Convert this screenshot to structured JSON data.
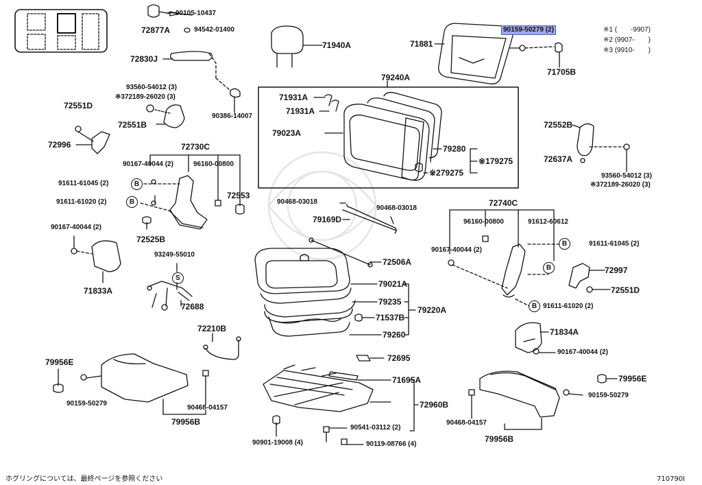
{
  "labels": {
    "l_90105_10437": "90105-10437",
    "l_72877A": "72877A",
    "l_94542_01400": "94542-01400",
    "l_72830J": "72830J",
    "l_71940A": "71940A",
    "l_93560_54012_3": "93560-54012 (3)",
    "l_372189_26020_3": "※372189-26020 (3)",
    "l_90386_14007": "90386-14007",
    "l_72551D_a": "72551D",
    "l_72551B": "72551B",
    "l_72996": "72996",
    "l_72730C": "72730C",
    "l_90167_40044_2_a": "90167-40044 (2)",
    "l_96160_00800_a": "96160-00800",
    "l_91611_61045_2_a": "91611-61045 (2)",
    "l_91611_61020_2_a": "91611-61020 (2)",
    "l_72553": "72553",
    "l_90167_40044_2_b": "90167-40044 (2)",
    "l_72525B": "72525B",
    "l_71833A": "71833A",
    "l_93249_55010": "93249-55010",
    "l_72688": "72688",
    "l_72210B": "72210B",
    "l_79956E_a": "79956E",
    "l_90159_50279_a": "90159-50279",
    "l_90468_04157_a": "90468-04157",
    "l_79956B_a": "79956B",
    "l_71881": "71881",
    "l_90159_50279_2": "90159-50279 (2)",
    "l_71705B": "71705B",
    "l_79240A": "79240A",
    "l_71931A_a": "71931A",
    "l_71931A_b": "71931A",
    "l_79023A": "79023A",
    "l_79280": "79280",
    "l_179275": "※179275",
    "l_279275": "※279275",
    "l_90468_03018_a": "90468-03018",
    "l_90468_03018_b": "90468-03018",
    "l_79169D": "79169D",
    "l_72506A": "72506A",
    "l_79021A": "79021A",
    "l_79235": "79235",
    "l_71537B": "71537B",
    "l_79220A": "79220A",
    "l_79260": "79260",
    "l_72695": "72695",
    "l_71695A": "71695A",
    "l_72960B": "72960B",
    "l_90541_03112_2": "90541-03112 (2)",
    "l_90901_19008_4": "90901-19008 (4)",
    "l_90119_08766_4": "90119-08766 (4)",
    "l_72552B": "72552B",
    "l_72637A": "72637A",
    "l_93560_54012_3_b": "93560-54012 (3)",
    "l_372189_26020_3_b": "※372189-26020 (3)",
    "l_72740C": "72740C",
    "l_96160_00800_b": "96160-00800",
    "l_91612_60612": "91612-60612",
    "l_90167_40044_2_c": "90167-40044 (2)",
    "l_91611_61045_2_b": "91611-61045 (2)",
    "l_72997": "72997",
    "l_72551D_b": "72551D",
    "l_91611_61020_2_b": "91611-61020 (2)",
    "l_71834A": "71834A",
    "l_90167_40044_2_d": "90167-40044 (2)",
    "l_79956E_b": "79956E",
    "l_90159_50279_b": "90159-50279",
    "l_90468_04157_b": "90468-04157",
    "l_79956B_b": "79956B"
  },
  "circle_marks": {
    "b1": "B",
    "b2": "B",
    "b3": "B",
    "b4": "B",
    "b5": "B",
    "s1": "S"
  },
  "legend": {
    "note1": "※1 (　　-9907)",
    "note2": "※2 (9907-　　)",
    "note3": "※3 (9910-　　)"
  },
  "footer": {
    "text": "ホグリングについては、最終ページを参照ください",
    "code": "710790I"
  },
  "colors": {
    "line": "#111111",
    "highlight": "#9ea8e6"
  }
}
